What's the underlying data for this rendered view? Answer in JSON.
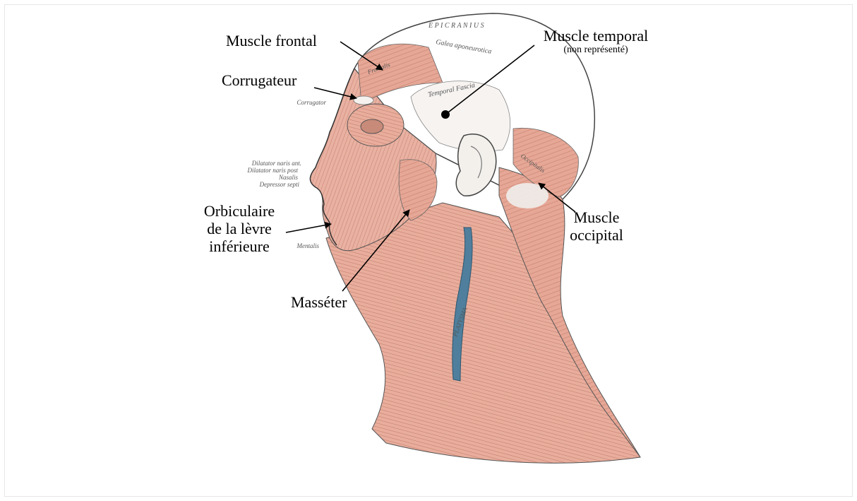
{
  "colors": {
    "muscle": "#e6a796",
    "muscle_dark": "#c97f6e",
    "tendon": "#e9e6e3",
    "vein": "#4f7f9c",
    "outline": "#333333"
  },
  "labels": {
    "frontal": "Muscle frontal",
    "temporal_title": "Muscle temporal",
    "temporal_note": "(non représenté)",
    "corrugateur": "Corrugateur",
    "orbiculaire_1": "Orbiculaire",
    "orbiculaire_2": "de la lèvre",
    "orbiculaire_3": "inférieure",
    "masseter": "Masséter",
    "occipital_1": "Muscle",
    "occipital_2": "occipital"
  },
  "latin": {
    "corrugator": "Corrugator",
    "dilatator_ant": "Dilatator naris ant.",
    "dilatator_post": "Dilatator naris post",
    "nasalis": "Nasalis",
    "depressor_septi": "Depressor septi",
    "mentalis": "Mentalis",
    "epicranius": "E P I C R A N I U S",
    "galea": "Galea aponeurotica",
    "temporal_fascia": "Temporal Fascia",
    "platysma": "PLATYSMA",
    "occipitalis": "Occipitalis",
    "frontalis": "Frontalis"
  }
}
